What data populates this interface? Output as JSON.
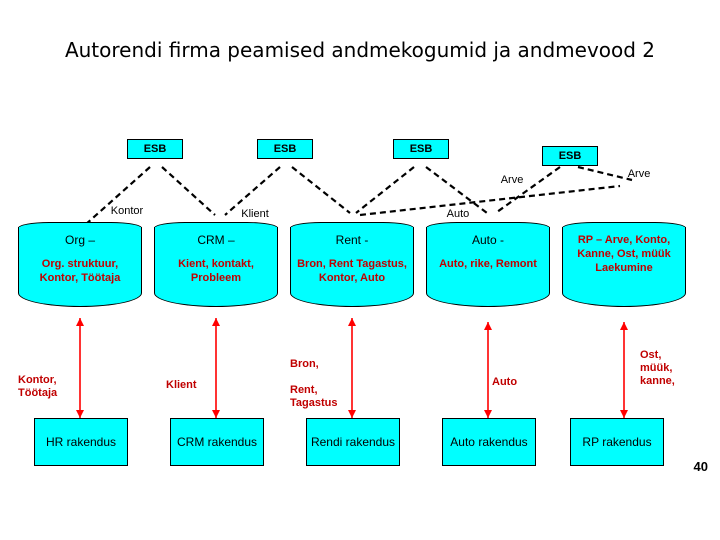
{
  "slide": {
    "title": "Autorendi firma peamised andmekogumid ja andmevood 2",
    "page_number": "40",
    "colors": {
      "fill": "#00FFFF",
      "stroke": "#000000",
      "red_label": "#C00000",
      "arrow": "#FF0000"
    }
  },
  "esb_tags": [
    {
      "label": "ESB"
    },
    {
      "label": "ESB"
    },
    {
      "label": "ESB"
    },
    {
      "label": "ESB"
    }
  ],
  "flow_labels": {
    "arve_left": "Arve",
    "arve_right": "Arve",
    "kontor": "Kontor",
    "klient_top": "Klient",
    "auto_top": "Auto"
  },
  "datastores": [
    {
      "name": "Org –",
      "contents": "Org. struktuur, Kontor, Töötaja"
    },
    {
      "name": "CRM –",
      "contents": "Kient, kontakt, Probleem"
    },
    {
      "name": "Rent -",
      "contents": "Bron, Rent Tagastus, Kontor, Auto"
    },
    {
      "name": "Auto -",
      "contents": "Auto, rike, Remont"
    },
    {
      "name": "RP – Arve, Konto, Kanne, Ost, müük Laekumine"
    }
  ],
  "lower_labels": {
    "kontor_tootaja": "Kontor,\nTöötaja",
    "klient": "Klient",
    "bron_rent_tagastus": "Bron,\n\nRent,\nTagastus",
    "auto": "Auto",
    "ost_muuk_kanne": "Ost,\nmüük,\nkanne,"
  },
  "applications": [
    {
      "label": "HR rakendus"
    },
    {
      "label": "CRM rakendus"
    },
    {
      "label": "Rendi rakendus"
    },
    {
      "label": "Auto rakendus"
    },
    {
      "label": "RP rakendus"
    }
  ]
}
